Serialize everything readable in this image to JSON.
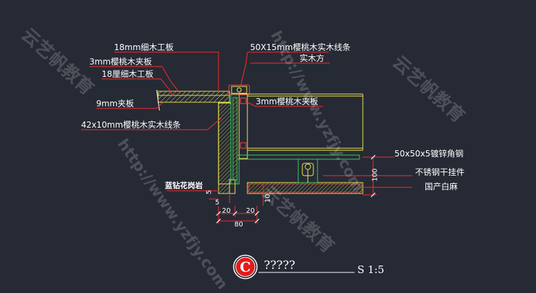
{
  "labels": {
    "l1": "18mm细木工板",
    "l2": "3mm樱桃木夹板",
    "l3": "18厘细木工板",
    "l4": "9mm夹板",
    "l5": "42x10mm樱桃木实木线条",
    "r1": "50X15mm樱桃木实木线条",
    "r2": "实木方",
    "r3": "3mm樱桃木夹板",
    "r4": "50x50x5镀锌角钢",
    "r5": "不锈钢干挂件",
    "r6": "国产白麻",
    "stone": "蓝钻花岗岩"
  },
  "dims": {
    "d5a": "5",
    "d5b": "5",
    "d10": "10",
    "d20a": "20",
    "d20b": "20",
    "d80": "80",
    "d100": "100"
  },
  "title": {
    "mark": "C",
    "name": "?????",
    "scale": "S 1:5"
  },
  "watermarks": [
    "云艺帆教育",
    "http://www.yzfjy.com"
  ],
  "colors": {
    "background": "#262a35",
    "leader": "#ff2b2b",
    "outline": "#f2e94e",
    "secondary": "#34d058",
    "text": "#ffffff"
  }
}
